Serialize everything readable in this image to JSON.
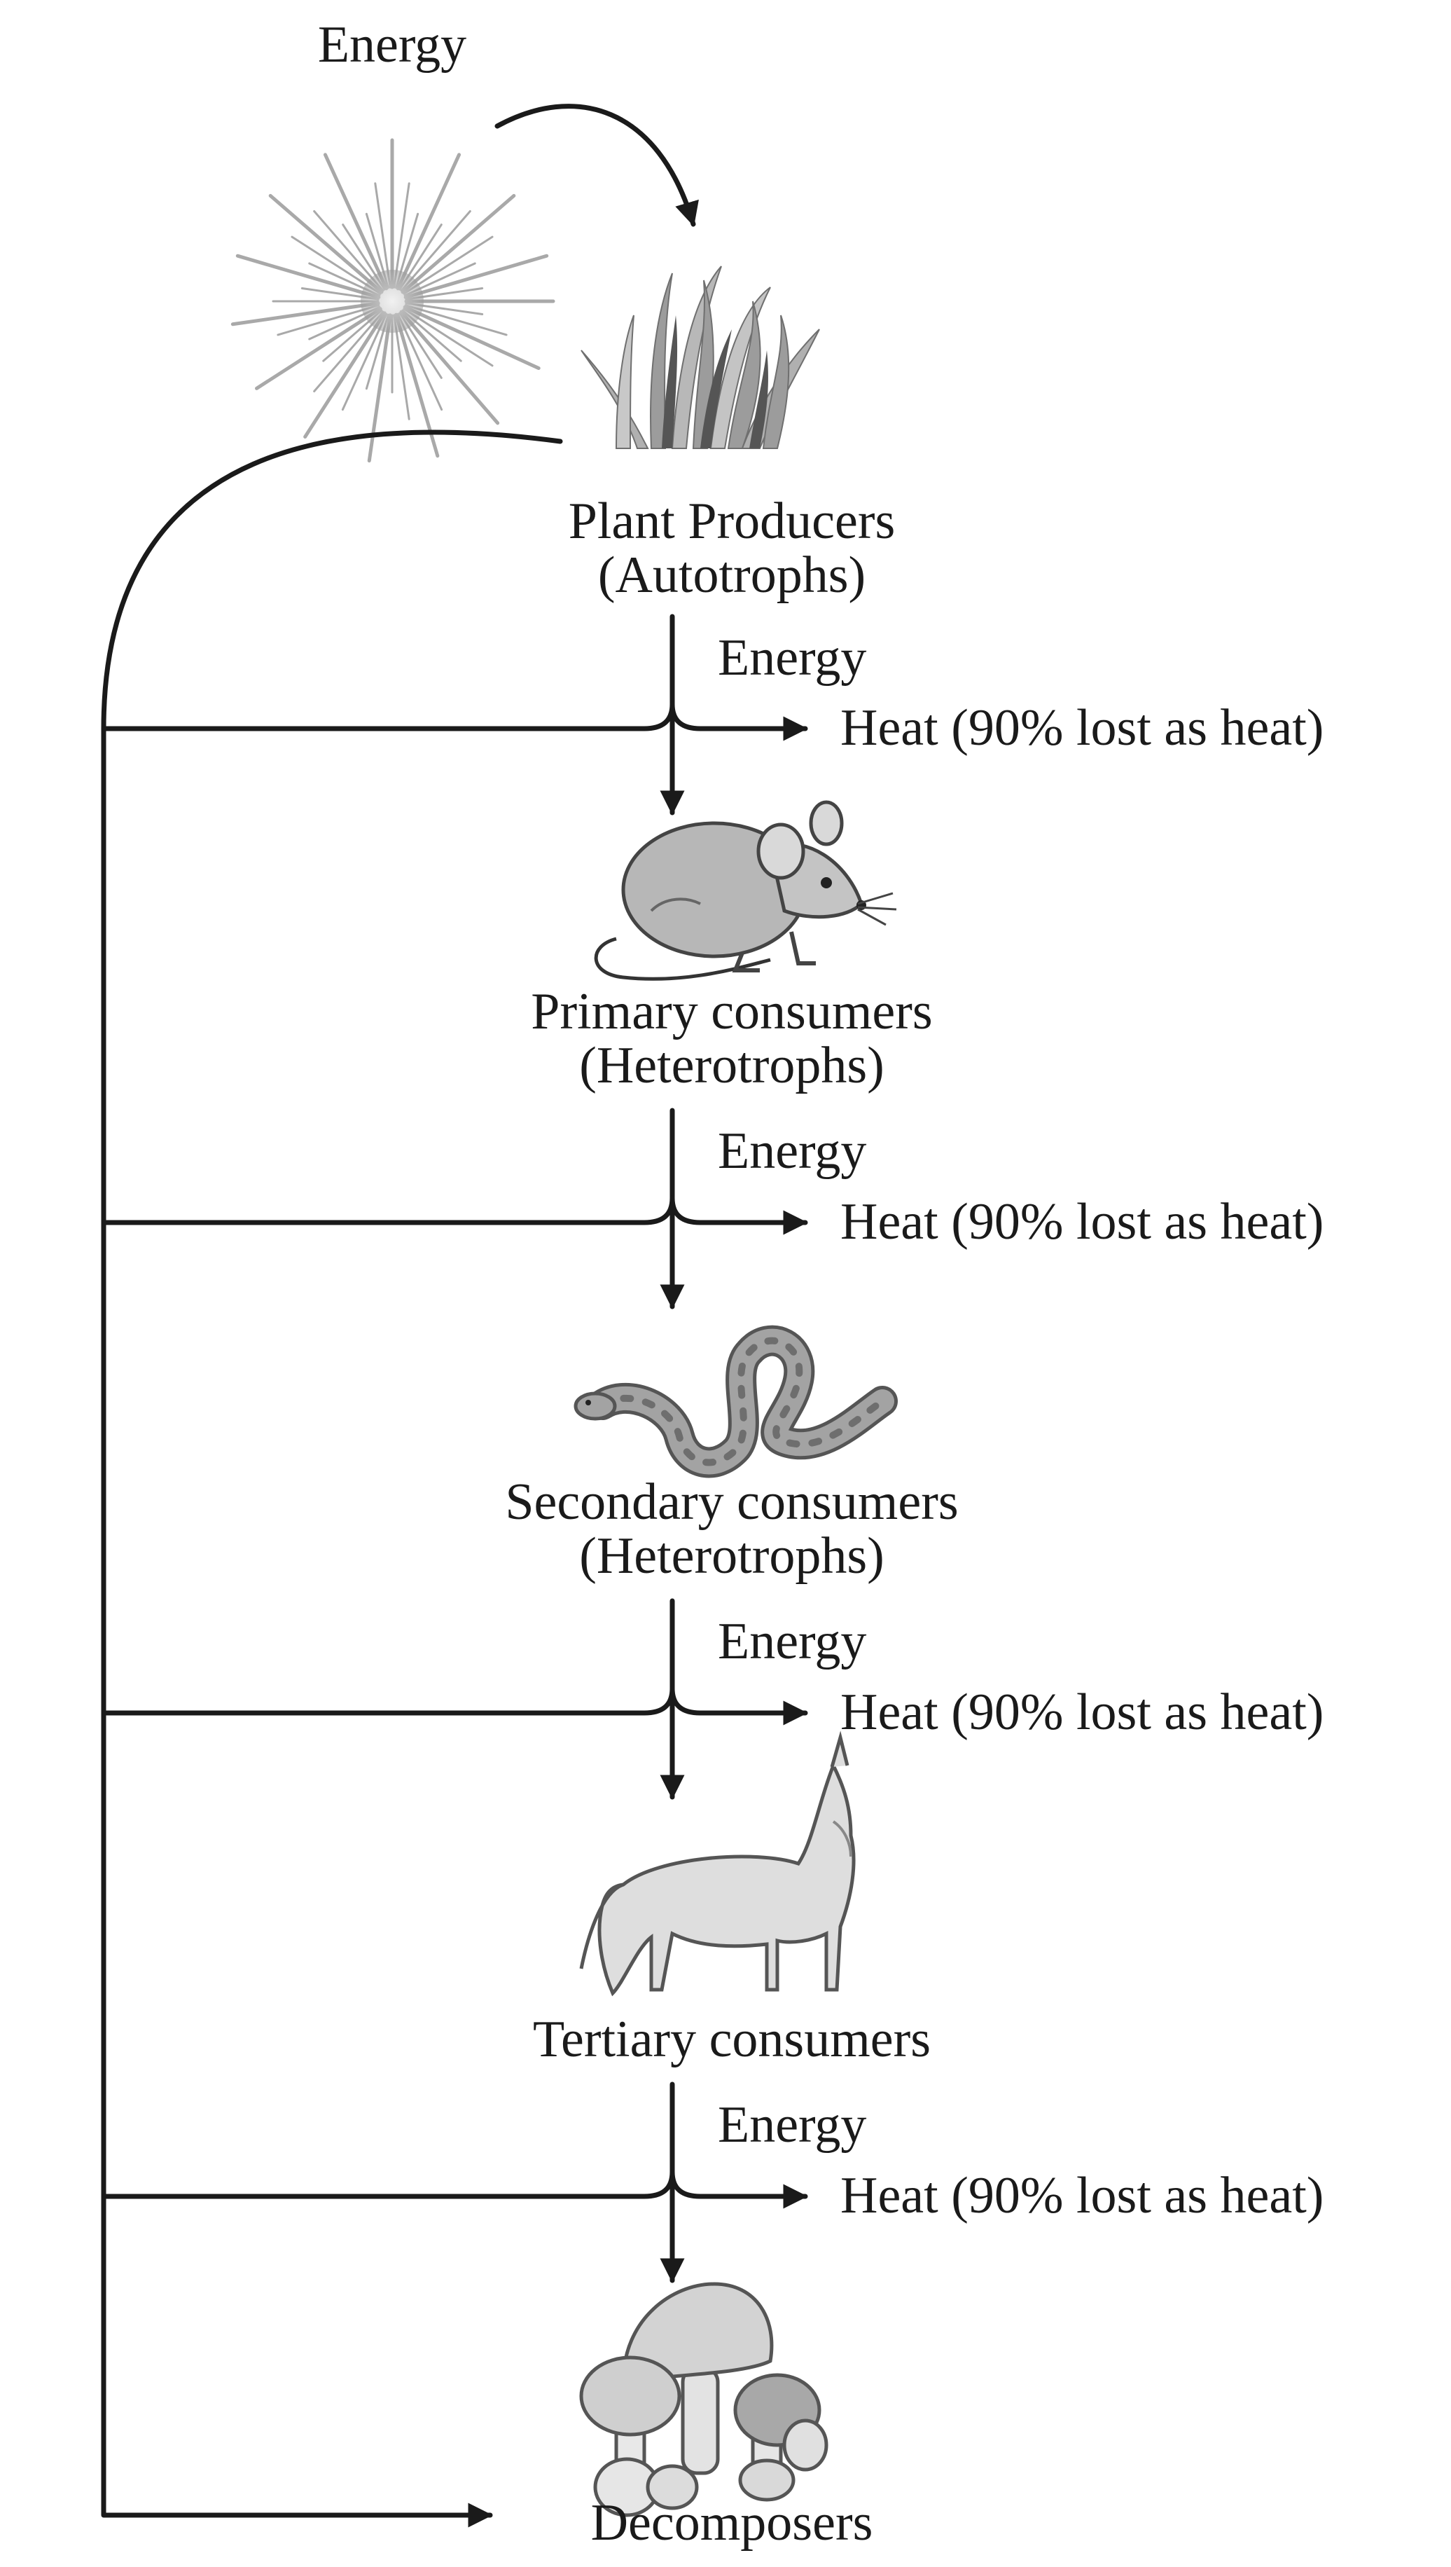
{
  "diagram": {
    "energy_top": "Energy",
    "levels": [
      {
        "title": "Plant Producers",
        "subtitle": "(Autotrophs)",
        "icon": "grass-icon"
      },
      {
        "title": "Primary consumers",
        "subtitle": "(Heterotrophs)",
        "icon": "mouse-icon"
      },
      {
        "title": "Secondary consumers",
        "subtitle": "(Heterotrophs)",
        "icon": "snake-icon"
      },
      {
        "title": "Tertiary consumers",
        "subtitle": "",
        "icon": "wolf-icon"
      }
    ],
    "transfers": [
      {
        "energy": "Energy",
        "heat": "Heat (90% lost as heat)"
      },
      {
        "energy": "Energy",
        "heat": "Heat (90% lost as heat)"
      },
      {
        "energy": "Energy",
        "heat": "Heat (90% lost as heat)"
      },
      {
        "energy": "Energy",
        "heat": "Heat (90% lost as heat)"
      }
    ],
    "final": {
      "title": "Decomposers",
      "icon": "mushroom-icon"
    },
    "sun_icon": "sun-icon",
    "colors": {
      "line": "#1a1a1a",
      "icon_fill": "#bdbdbd",
      "icon_dark": "#7a7a7a"
    }
  }
}
